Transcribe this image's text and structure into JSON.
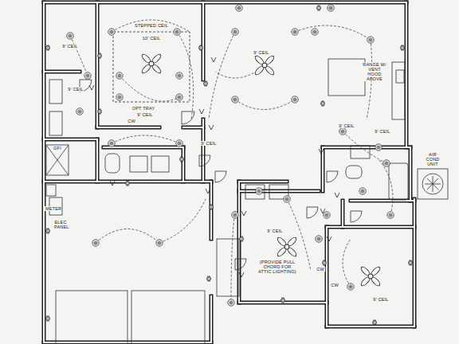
{
  "diagram": {
    "labels": [
      "9' CEIL",
      "STEPPED CEIL",
      "10' CEIL",
      "OPT TRAY",
      "9' CEIL",
      "9' CEIL",
      "CW",
      "9' CEIL",
      "RANGE W/ VENT HOOD ABOVE",
      "9' CEIL",
      "9' CEIL",
      "9' CEIL",
      "GFI",
      "METER",
      "ELEC PANEL",
      "AIR COND UNIT",
      "9' CEIL",
      "(PROVIDE PULL CHORD FOR ATTIC LIGHTING)",
      "CW",
      "CW",
      "9' CEIL"
    ]
  }
}
